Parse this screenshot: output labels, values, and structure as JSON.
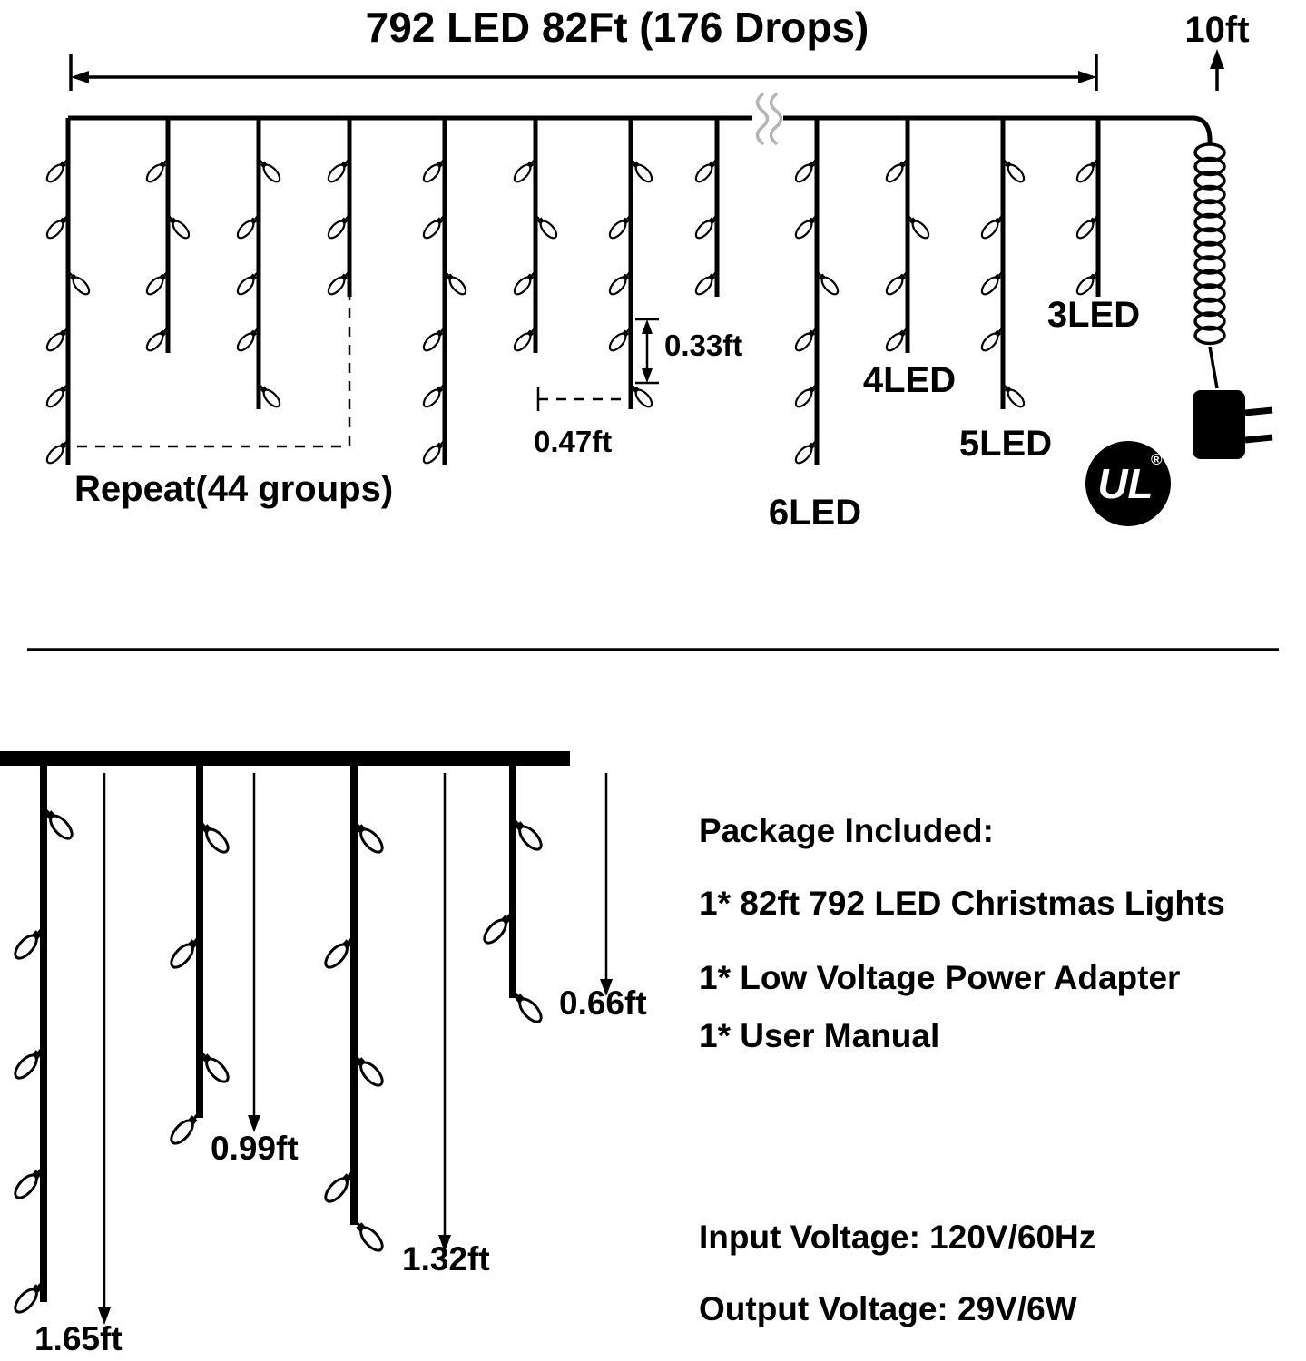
{
  "colors": {
    "ink": "#000000",
    "background": "#ffffff",
    "break_mark": "#b4b4b4"
  },
  "top_diagram": {
    "title": "792 LED 82Ft (176 Drops)",
    "lead_length_label": "10ft",
    "repeat_label": "Repeat(44 groups)",
    "bulb_spacing_label": "0.33ft",
    "drop_spacing_label": "0.47ft",
    "drop_type_labels": [
      "3LED",
      "4LED",
      "5LED",
      "6LED"
    ],
    "certification": {
      "mark": "UL",
      "registered": "®"
    }
  },
  "bottom_diagram": {
    "drop_length_labels": [
      "0.66ft",
      "0.99ft",
      "1.32ft",
      "1.65ft"
    ]
  },
  "package_info": {
    "heading": "Package Included:",
    "items": [
      "1* 82ft 792 LED Christmas Lights",
      "1* Low Voltage Power Adapter",
      "1* User Manual"
    ]
  },
  "specs": {
    "input_voltage": "Input Voltage: 120V/60Hz",
    "output_voltage": "Output Voltage: 29V/6W"
  }
}
